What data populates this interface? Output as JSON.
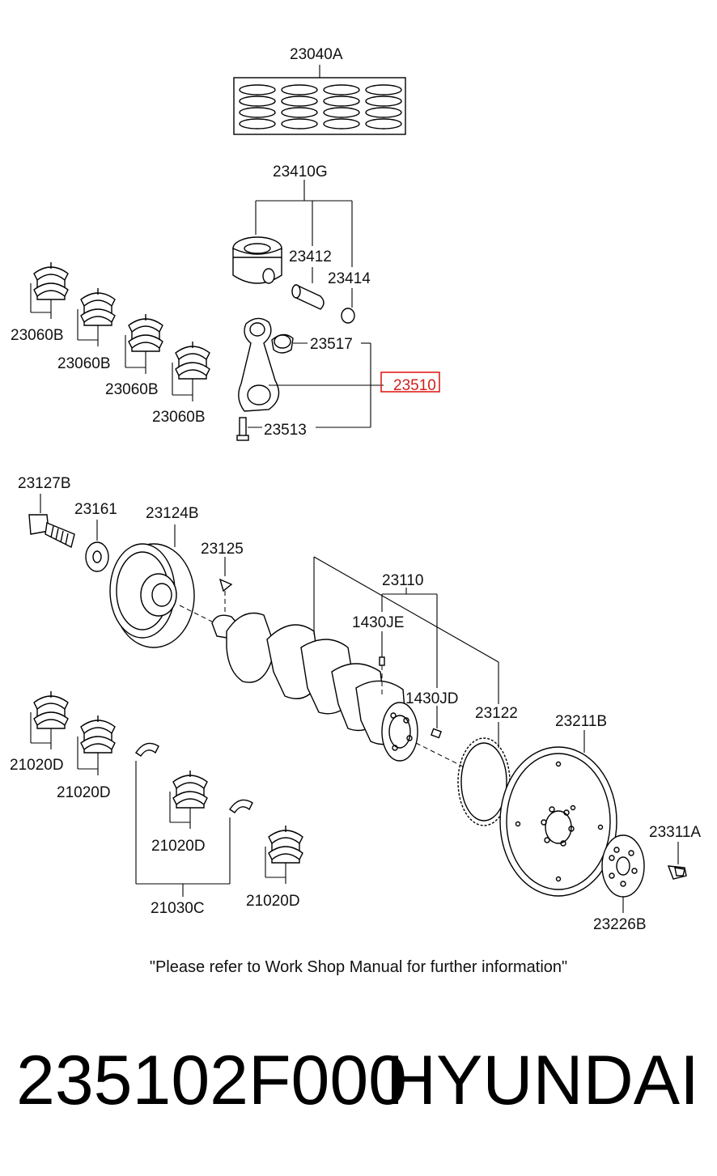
{
  "parts": {
    "p23040A": "23040A",
    "p23410G": "23410G",
    "p23412": "23412",
    "p23414": "23414",
    "p23517": "23517",
    "p23510": "23510",
    "p23513": "23513",
    "p23060B": "23060B",
    "p23127B": "23127B",
    "p23161": "23161",
    "p23124B": "23124B",
    "p23125": "23125",
    "p23110": "23110",
    "p1430JE": "1430JE",
    "p1430JD": "1430JD",
    "p23122": "23122",
    "p23211B": "23211B",
    "p23311A": "23311A",
    "p23226B": "23226B",
    "p21020D": "21020D",
    "p21030C": "21030C"
  },
  "note": "\"Please refer to Work Shop Manual for further information\"",
  "footer": {
    "part_number": "235102F000",
    "brand": "HYUNDAI"
  },
  "highlight_color": "#e0201c"
}
